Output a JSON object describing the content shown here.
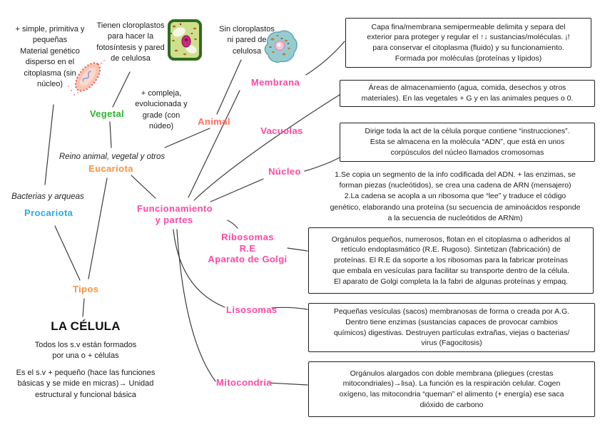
{
  "title": "LA CÉLULA",
  "center": {
    "subtitle1": "Todos los s.v están formados\npor una o + células",
    "subtitle2": "Es el s.v + pequeño (hace las funciones\nbásicas y se mide en micras)→ Unidad\nestructural y funcional básica"
  },
  "captions": {
    "reino": "Reino animal, vegetal y otros",
    "bacterias": "Bacterias y arqueas"
  },
  "nodes": {
    "tipos": "Tipos",
    "procariota": "Procariota",
    "eucariota": "Eucariota",
    "vegetal": "Vegetal",
    "animal": "Animal",
    "funcionamiento": "Funcionamiento\ny partes",
    "membrana": "Membrana",
    "vacuolas": "Vacuolas",
    "nucleo": "Núcleo",
    "ribosomas": "Ribosomas\nR.E\nAparato de Golgi",
    "lisosomas": "Lisosomas",
    "mitocondria": "Mitocondria"
  },
  "annotations": {
    "procariota": "+ simple, primitiva y\npequeñas\nMaterial genético\ndisperso en el\ncitoplasma (sin\nnúcleo)",
    "vegetal": "Tienen cloroplastos\npara hacer la\nfotosíntesis y pared\nde celulosa",
    "animal": "Sin cloroplastos\nni pared de\ncelulosa",
    "eucariota": "+ compleja,\nevolucionada y\ngrade (con\nnúdeo)"
  },
  "boxes": {
    "membrana": "Capa fina/membrana semipermeable delimita y separa del\nexterior para proteger y regular el ↑↓ sustancias/moléculas. ¡!\npara conservar el citoplasma (fluido) y su funcionamiento.\nFormada por moléculas (proteínas y lípidos)",
    "vacuolas": "Áreas de almacenamiento (agua, comida, desechos y otros\nmateriales). En las vegetales + G y en las animales peques o 0.",
    "nucleo": "Dirige toda la act de la célula porque contiene “instrucciones”.\nEsta se almacena en la molécula “ADN”, que está en unos\ncorpúsculos del núcleo llamados cromosomas",
    "ribosomas": "Orgánulos pequeños, numerosos, flotan en el citoplasma o adheridos al\nretículo endoplasmático (R.E. Rugoso). Sintetizan (fabricación) de\nproteínas. El R.E da soporte a los ribosomas para la fabricar proteínas\nque embala en vesículas para facilitar su transporte dentro de la célula.\nEl aparato de Golgi completa la la fabri de algunas proteínas y empaq.",
    "lisosomas": "Pequeñas vesículas (sacos) membranosas de forma o creada por A.G.\nDentro tiene enzimas (sustancias capaces de provocar cambios\nquímicos) digestivas. Destruyen partículas extrañas, viejas o bacterias/\nvirus (Fagocitosis)",
    "mitocondria": "Orgánulos alargados con doble membrana (pliegues (crestas\nmitocondriales)→lisa). La función es la respiración celular. Cogen\noxígeno, las mitocondria “queman” el alimento (+ energía) ese saca\ndióxido de carbono"
  },
  "nucleo_process_note": "1.Se copia un segmento de la info codificada del ADN. + las enzimas, se\nforman piezas (nucleótidos), se crea una cadena de ARN (mensajero)\n2.La cadena se acopla a un ribosoma que “lee” y traduce el código\ngenético, elaborando una proteína (su secuencia de aminoácidos responde\na la secuencia de nucleótidos de ARNm)",
  "colors": {
    "pink": "#ff49a4",
    "orange": "#f7943d",
    "green": "#2db52d",
    "salmon": "#ff6e5e",
    "blue": "#2aabe8",
    "line": "#3b3b3b"
  }
}
